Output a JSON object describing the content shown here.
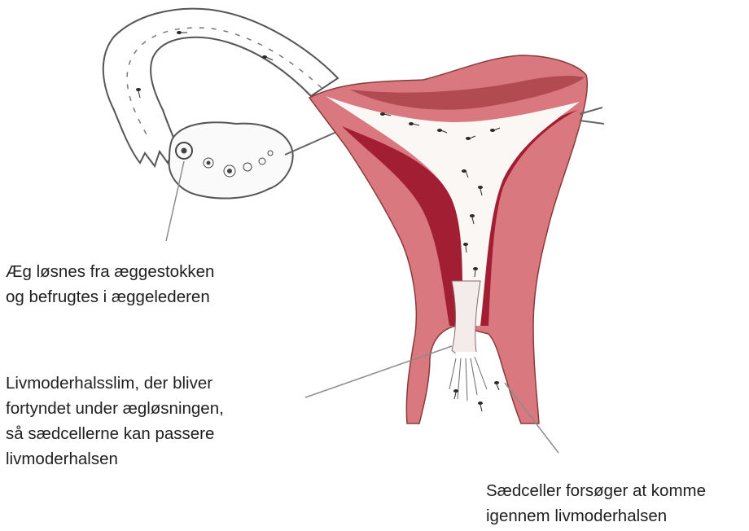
{
  "labels": {
    "egg": [
      "Æg løsnes fra æggestokken",
      "og befrugtes i æggelederen"
    ],
    "mucus": [
      "Livmoderhalsslim, der bliver",
      "fortyndet under ægløsningen,",
      "så sædcellerne kan passere",
      "livmoderhalsen"
    ],
    "sperm": [
      "Sædceller forsøger at komme",
      "igennem livmoderhalsen"
    ]
  },
  "colors": {
    "uterus_wall": "#d9787e",
    "uterus_inner": "#a21f33",
    "outline": "#8a3a3a",
    "leader_line": "#8c8c8c",
    "text": "#1f1f1f"
  }
}
